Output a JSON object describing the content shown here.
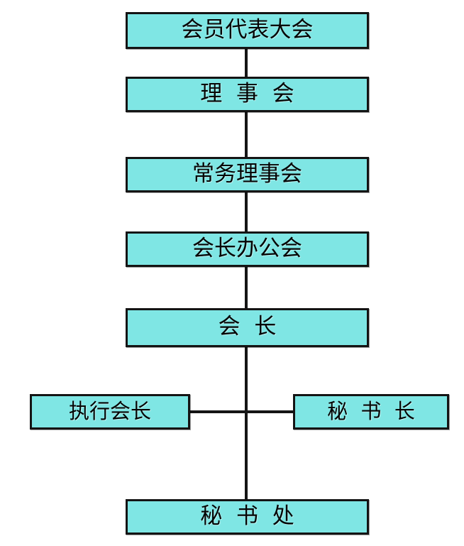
{
  "diagram": {
    "type": "organization-chart",
    "title": "",
    "colors": {
      "node_fill": "#7fe6e4",
      "node_border": "#141414",
      "connector": "#151515",
      "background": "#ffffff",
      "text": "#050505"
    },
    "nodes": [
      {
        "id": "members-congress",
        "label": "会员代表大会",
        "level": 1
      },
      {
        "id": "council",
        "label": "理  事  会",
        "level": 2
      },
      {
        "id": "standing-council",
        "label": "常务理事会",
        "level": 3
      },
      {
        "id": "president-office-meeting",
        "label": "会长办公会",
        "level": 4
      },
      {
        "id": "president",
        "label": "会  长",
        "level": 5
      },
      {
        "id": "executive-president",
        "label": "执行会长",
        "level": 6
      },
      {
        "id": "secretary-general",
        "label": "秘  书  长",
        "level": 6
      },
      {
        "id": "secretariat",
        "label": "秘  书  处",
        "level": 7
      }
    ],
    "edges": [
      {
        "from": "members-congress",
        "to": "council"
      },
      {
        "from": "council",
        "to": "standing-council"
      },
      {
        "from": "standing-council",
        "to": "president-office-meeting"
      },
      {
        "from": "president-office-meeting",
        "to": "president"
      },
      {
        "from": "president",
        "to": "executive-president"
      },
      {
        "from": "president",
        "to": "secretary-general"
      },
      {
        "from": "president",
        "to": "secretariat"
      }
    ]
  }
}
